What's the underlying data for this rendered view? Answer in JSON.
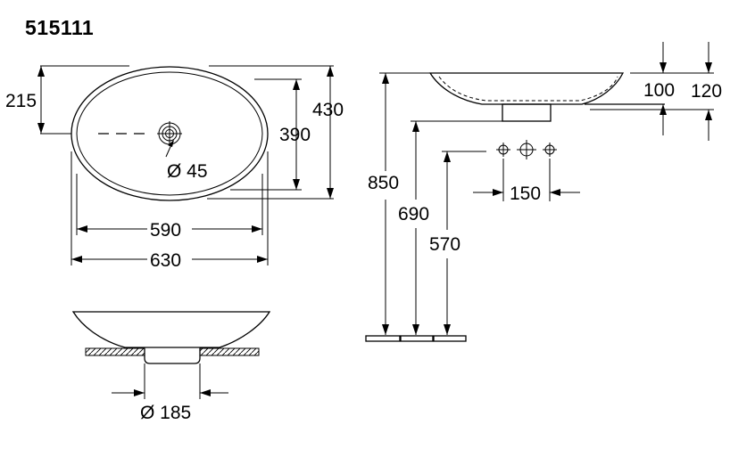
{
  "model_number": "515111",
  "top_view": {
    "depth_outer": "430",
    "depth_inner": "390",
    "offset_215": "215",
    "waste_diameter": "Ø 45",
    "width_inner": "590",
    "width_outer": "630"
  },
  "side_view": {
    "height_100": "100",
    "height_120": "120",
    "install_850": "850",
    "install_690": "690",
    "install_570": "570",
    "tap_spacing": "150"
  },
  "front_view": {
    "base_diameter": "Ø 185"
  }
}
